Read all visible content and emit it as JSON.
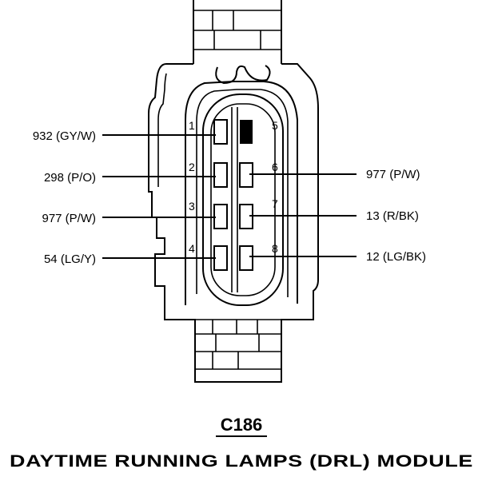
{
  "connector": {
    "id": "C186",
    "name": "DAYTIME RUNNING LAMPS (DRL) MODULE",
    "pins": [
      {
        "num": "1",
        "circuit": "932 (GY/W)",
        "filled": false
      },
      {
        "num": "2",
        "circuit": "298 (P/O)",
        "filled": false
      },
      {
        "num": "3",
        "circuit": "977 (P/W)",
        "filled": false
      },
      {
        "num": "4",
        "circuit": "54 (LG/Y)",
        "filled": false
      },
      {
        "num": "5",
        "circuit": "",
        "filled": true
      },
      {
        "num": "6",
        "circuit": "977 (P/W)",
        "filled": false
      },
      {
        "num": "7",
        "circuit": "13 (R/BK)",
        "filled": false
      },
      {
        "num": "8",
        "circuit": "12 (LG/BK)",
        "filled": false
      }
    ]
  }
}
